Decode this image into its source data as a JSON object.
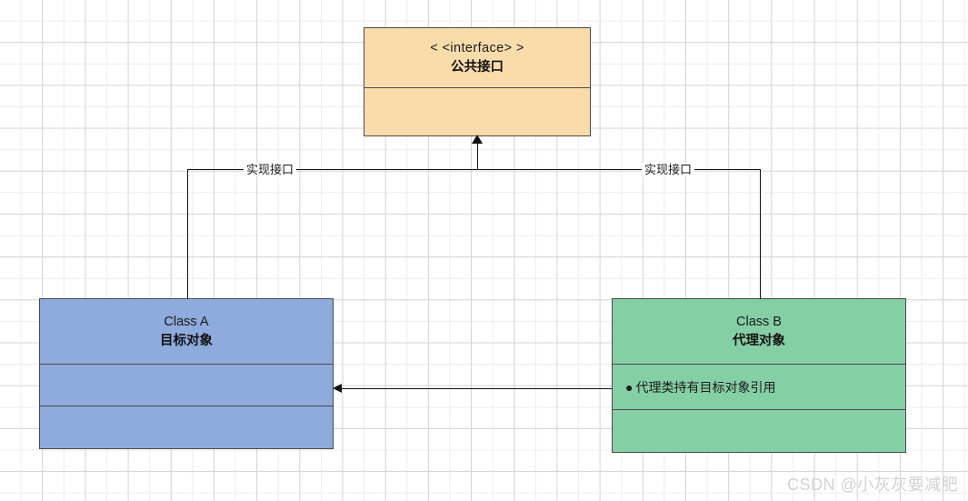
{
  "diagram": {
    "type": "uml-class-diagram",
    "interface_box": {
      "stereotype": "< <interface> >",
      "name": "公共接口",
      "color": "#fadcab",
      "members": []
    },
    "class_a": {
      "name": "Class A",
      "title": "目标对象",
      "color": "#8faadc",
      "members": []
    },
    "class_b": {
      "name": "Class B",
      "title": "代理对象",
      "color": "#85cfa5",
      "members": [
        {
          "bullet": "●",
          "text": "代理类持有目标对象引用"
        }
      ]
    },
    "edges": [
      {
        "id": "a-implements",
        "label": "实现接口",
        "arrow": "triangle-up"
      },
      {
        "id": "b-implements",
        "label": "实现接口",
        "arrow": "triangle-up"
      },
      {
        "id": "b-references-a",
        "label": "",
        "arrow": "arrow-left"
      }
    ]
  },
  "watermark": {
    "text": "CSDN @小灰灰要减肥"
  }
}
